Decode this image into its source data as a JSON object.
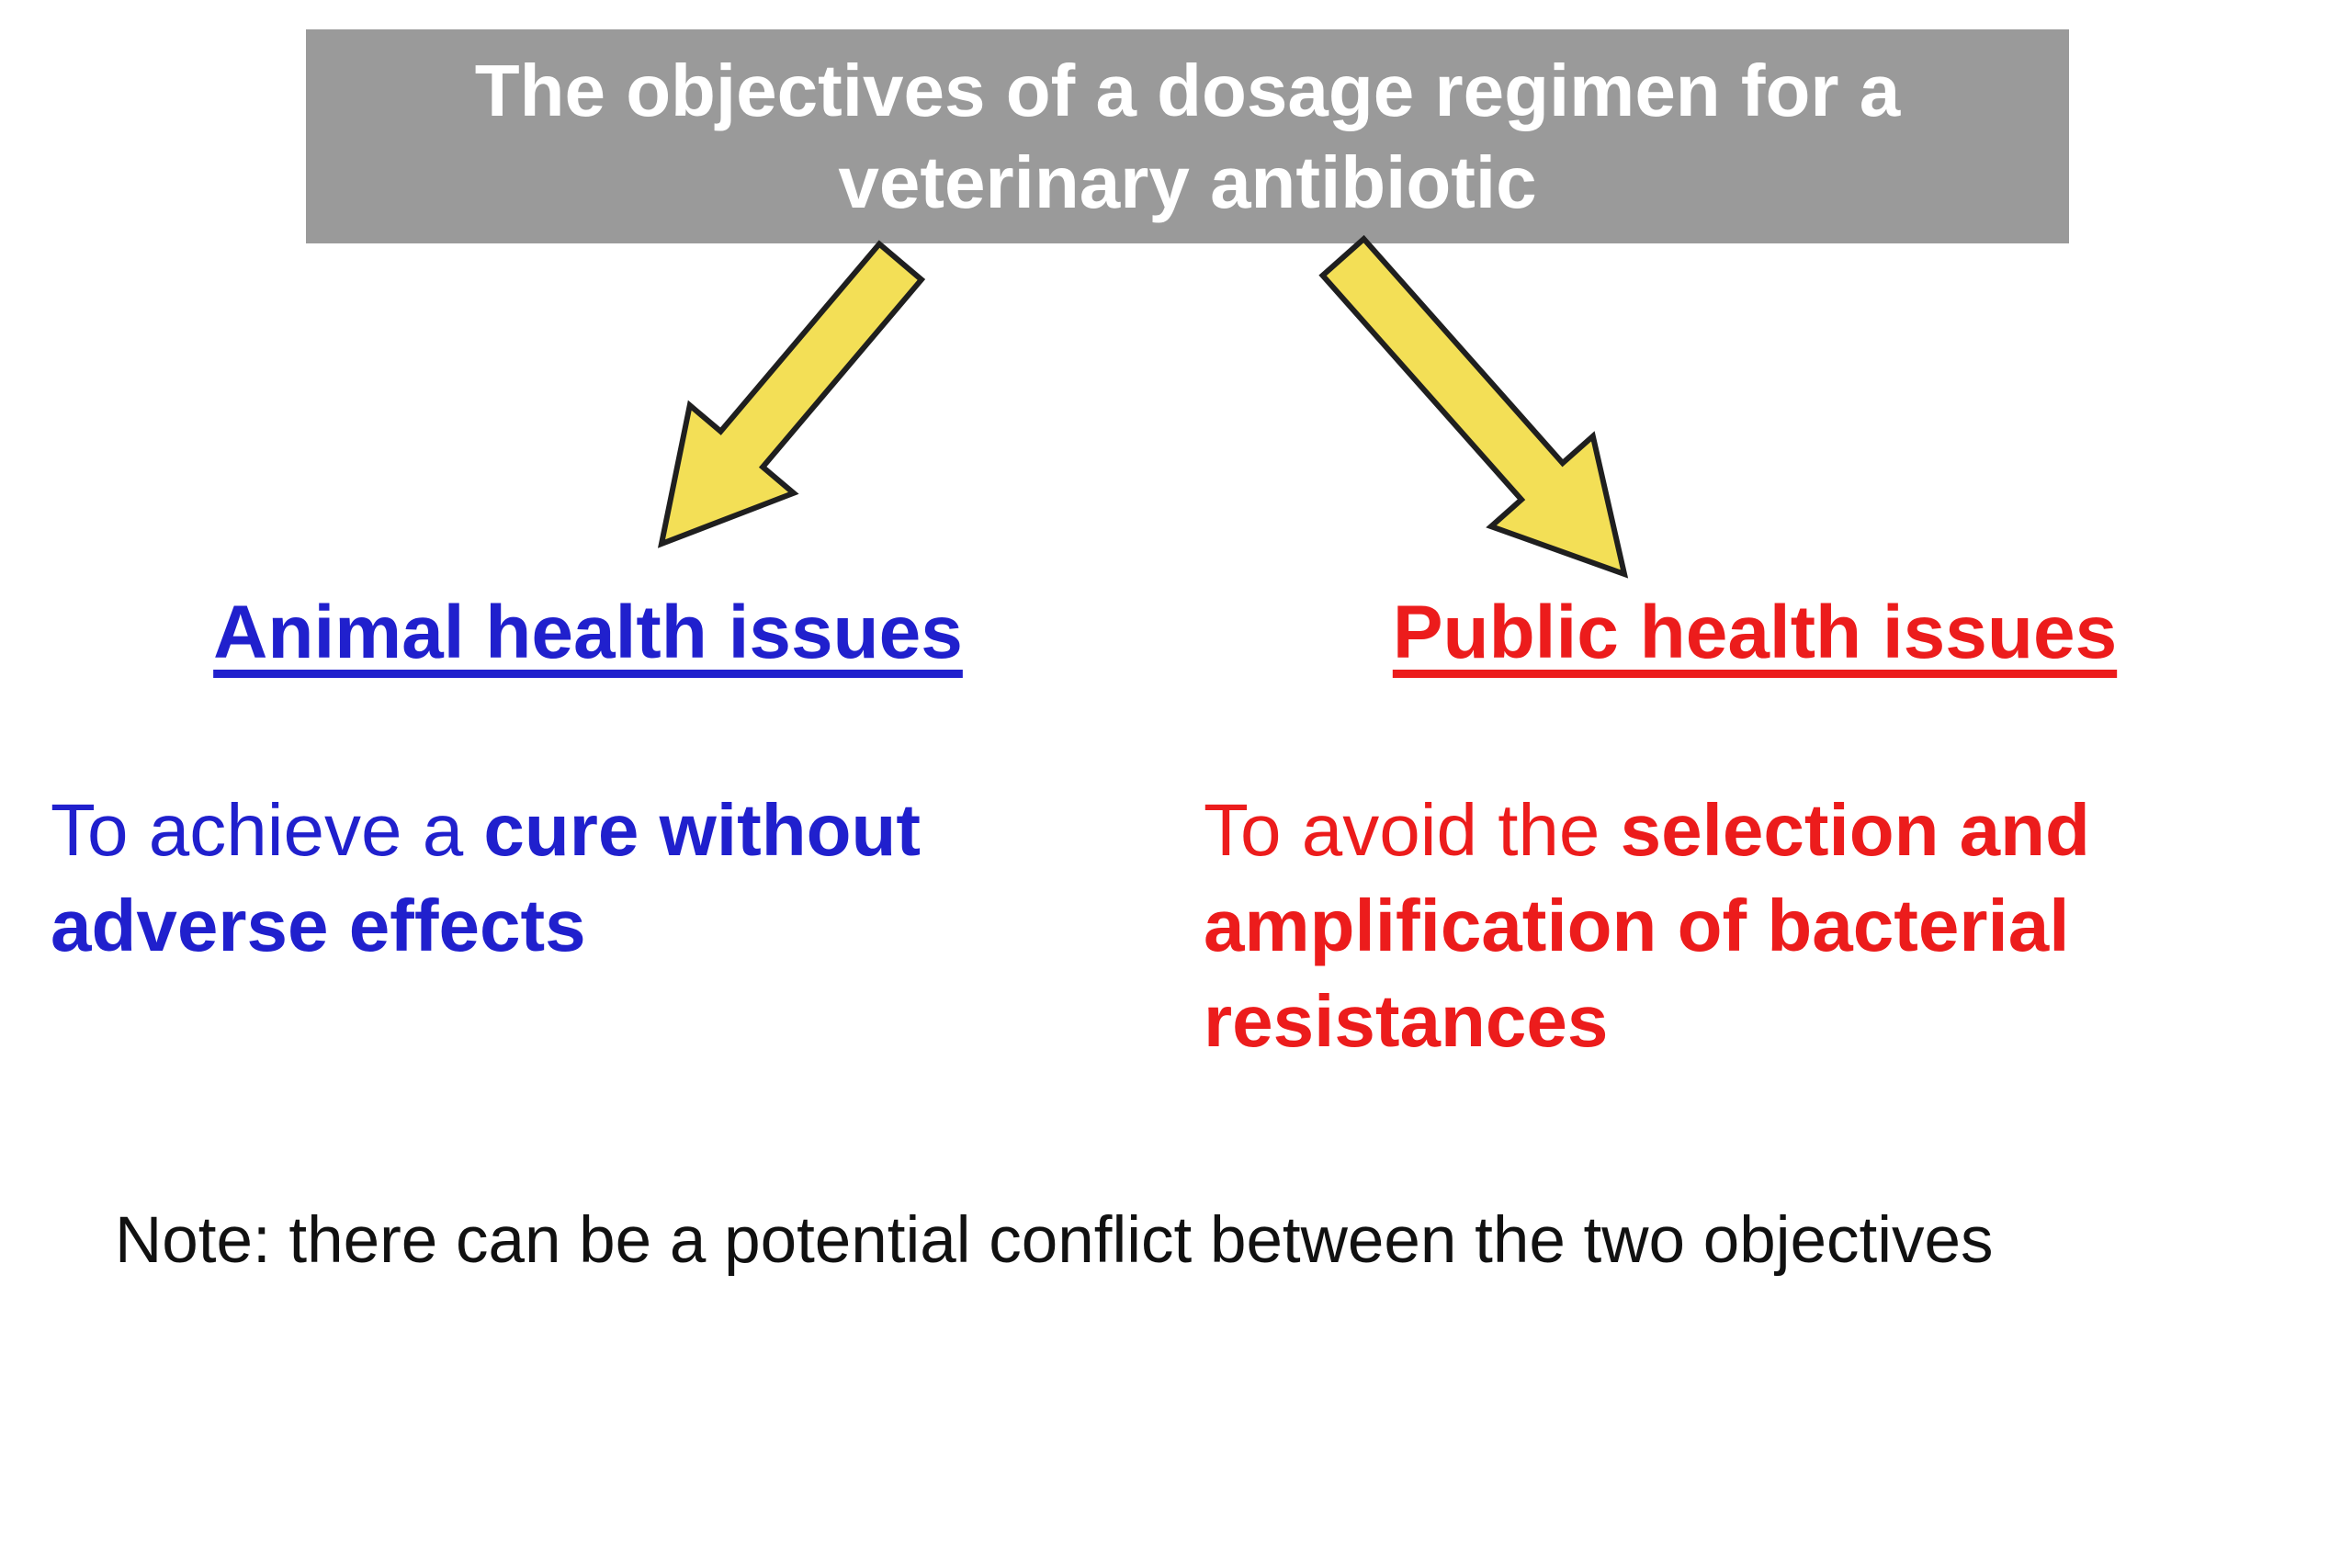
{
  "colors": {
    "gray": "#9a9a9a",
    "blue": "#2020cd",
    "red": "#ec1c1c",
    "yellow": "#f3df56",
    "arrow-stroke": "#1f1f1f",
    "ink": "#111111",
    "bg": "#ffffff"
  },
  "title": {
    "text": "The objectives of a dosage regimen for a\nveterinary antibiotic"
  },
  "left": {
    "heading": "Animal health issues",
    "body_normal": "To achieve a ",
    "body_bold": "cure without\nadverse effects"
  },
  "right": {
    "heading": "Public health issues",
    "body_normal": "To avoid the ",
    "body_bold": "selection and\namplification of bacterial\nresistances"
  },
  "note": "Note: there can be a potential conflict between the two objectives",
  "icons": {
    "left_arrow": "arrow-down-left-icon",
    "right_arrow": "arrow-down-right-icon"
  }
}
